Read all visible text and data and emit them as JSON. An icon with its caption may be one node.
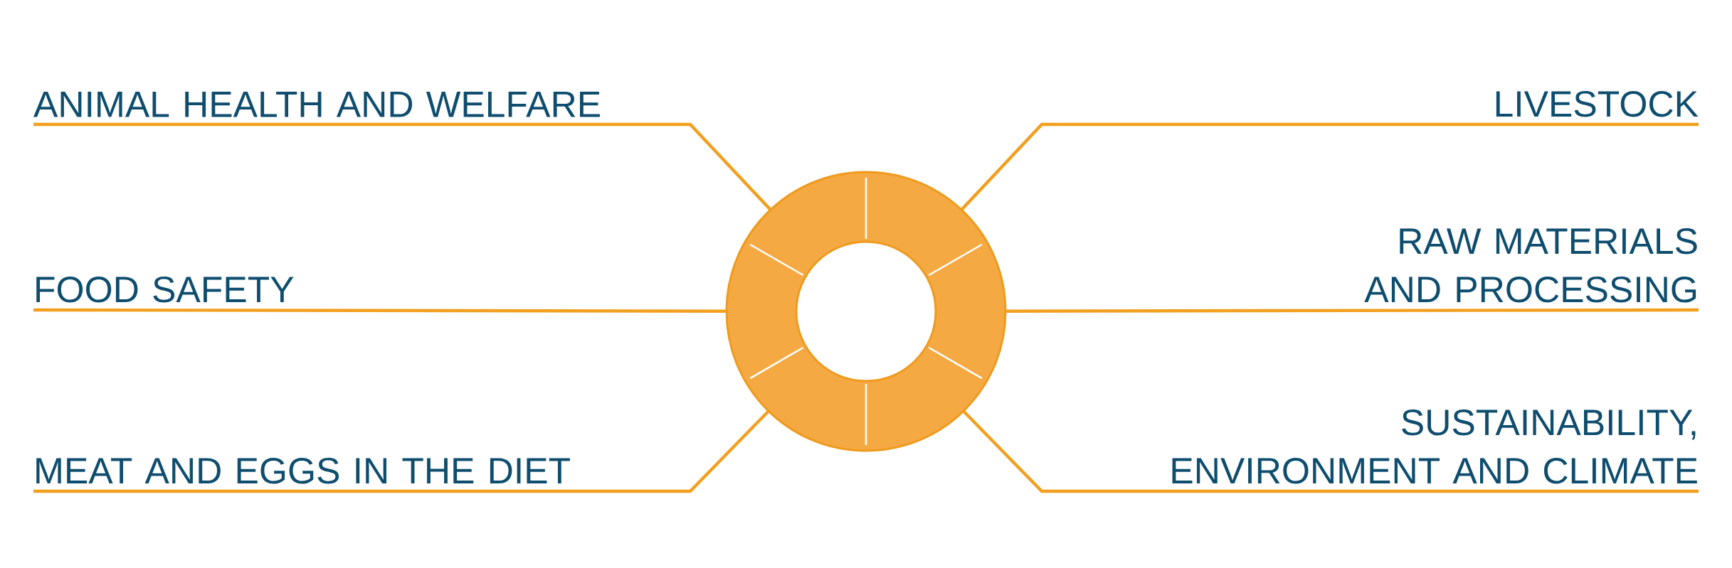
{
  "diagram": {
    "nodes": [
      {
        "text": [
          "ANIMAL HEALTH AND WELFARE"
        ]
      },
      {
        "text": [
          "LIVESTOCK"
        ]
      },
      {
        "text": [
          "FOOD SAFETY"
        ]
      },
      {
        "text": [
          "RAW MATERIALS AND PROCESSING"
        ]
      },
      {
        "text": [
          "MEAT AND EGGS IN THE DIET"
        ]
      },
      {
        "text": [
          "SUSTAINABILITY, ENVIRONMENT AND CLIMATE"
        ]
      },
      {
        "text": [],
        "shape": "circle"
      }
    ],
    "edges": [
      {
        "from": 0,
        "to": 6,
        "arrow": "none"
      },
      {
        "from": 1,
        "to": 6,
        "arrow": "none"
      },
      {
        "from": 2,
        "to": 6,
        "arrow": "none"
      },
      {
        "from": 3,
        "to": 6,
        "arrow": "none"
      },
      {
        "from": 4,
        "to": 6,
        "arrow": "none"
      },
      {
        "from": 5,
        "to": 6,
        "arrow": "none"
      }
    ]
  }
}
